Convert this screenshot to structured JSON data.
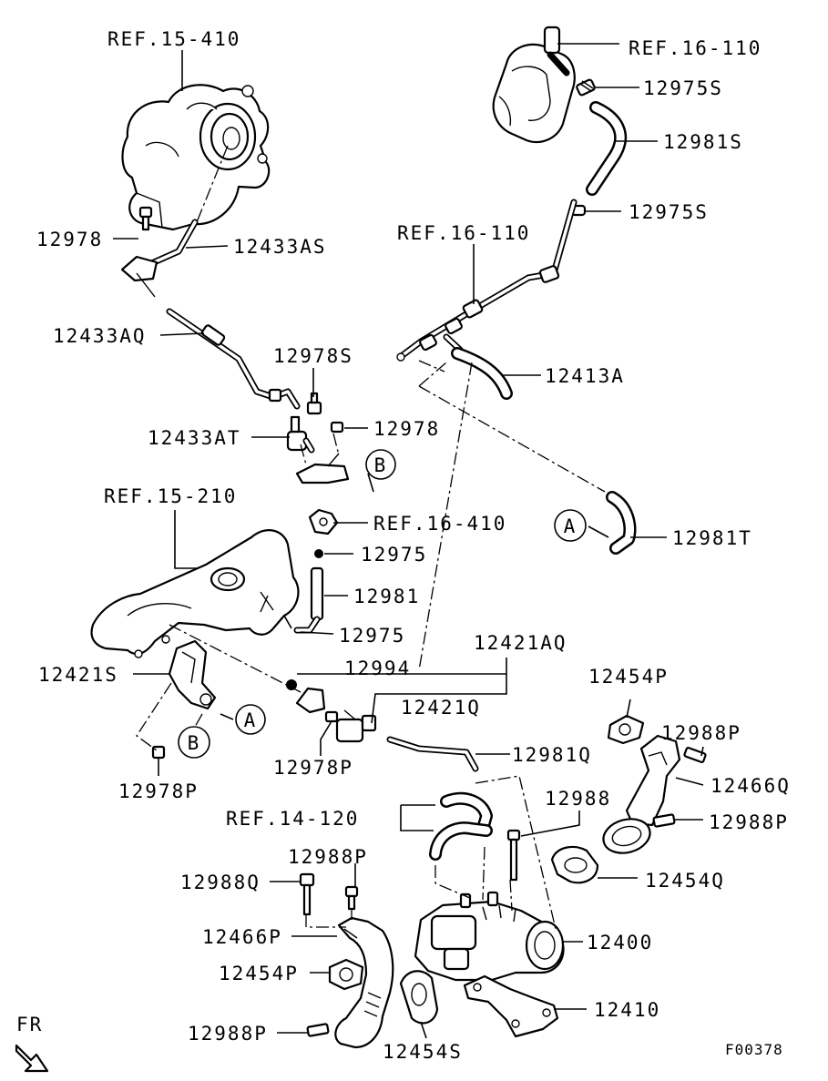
{
  "diagram_code": "F00378",
  "direction": {
    "label": "FR",
    "icon": "front-arrow-icon"
  },
  "callouts": {
    "a": "A",
    "b": "B"
  },
  "references": {
    "turbocharger": "REF.15-410",
    "vacuum_pump": "REF.16-110",
    "vacuum_pipe": "REF.16-110",
    "exhaust_manifold": "REF.15-210",
    "solenoid_valve": "REF.16-410",
    "water_hose": "REF.14-120"
  },
  "parts": {
    "clip_12975s_top": "12975S",
    "hose_12981s": "12981S",
    "clip_12975s_mid": "12975S",
    "bolt_12978_left": "12978",
    "pipe_12433as": "12433AS",
    "pipe_12433aq": "12433AQ",
    "bolt_12978s": "12978S",
    "hose_12413a": "12413A",
    "pipe_12433at": "12433AT",
    "bolt_12978_mid": "12978",
    "clip_12975_upper": "12975",
    "hose_12981": "12981",
    "hose_12981t": "12981T",
    "clip_12975_lower": "12975",
    "nut_12994": "12994",
    "sensor_12421aq": "12421AQ",
    "bracket_12421s": "12421S",
    "sensor_12421q": "12421Q",
    "gasket_12454p_right": "12454P",
    "bolt_12988p_right_top": "12988P",
    "bolt_12978p_center": "12978P",
    "hose_12981q": "12981Q",
    "bolt_12978p_left": "12978P",
    "pipe_12466q": "12466Q",
    "bolt_12988": "12988",
    "bolt_12988p_right_mid": "12988P",
    "bolt_12988p_stack": "12988P",
    "gasket_12454q": "12454Q",
    "bolt_12988q": "12988Q",
    "pipe_12466p": "12466P",
    "egr_valve_12400": "12400",
    "gasket_12454p_left": "12454P",
    "bracket_12410": "12410",
    "bolt_12988p_bottom": "12988P",
    "gasket_12454s": "12454S"
  }
}
